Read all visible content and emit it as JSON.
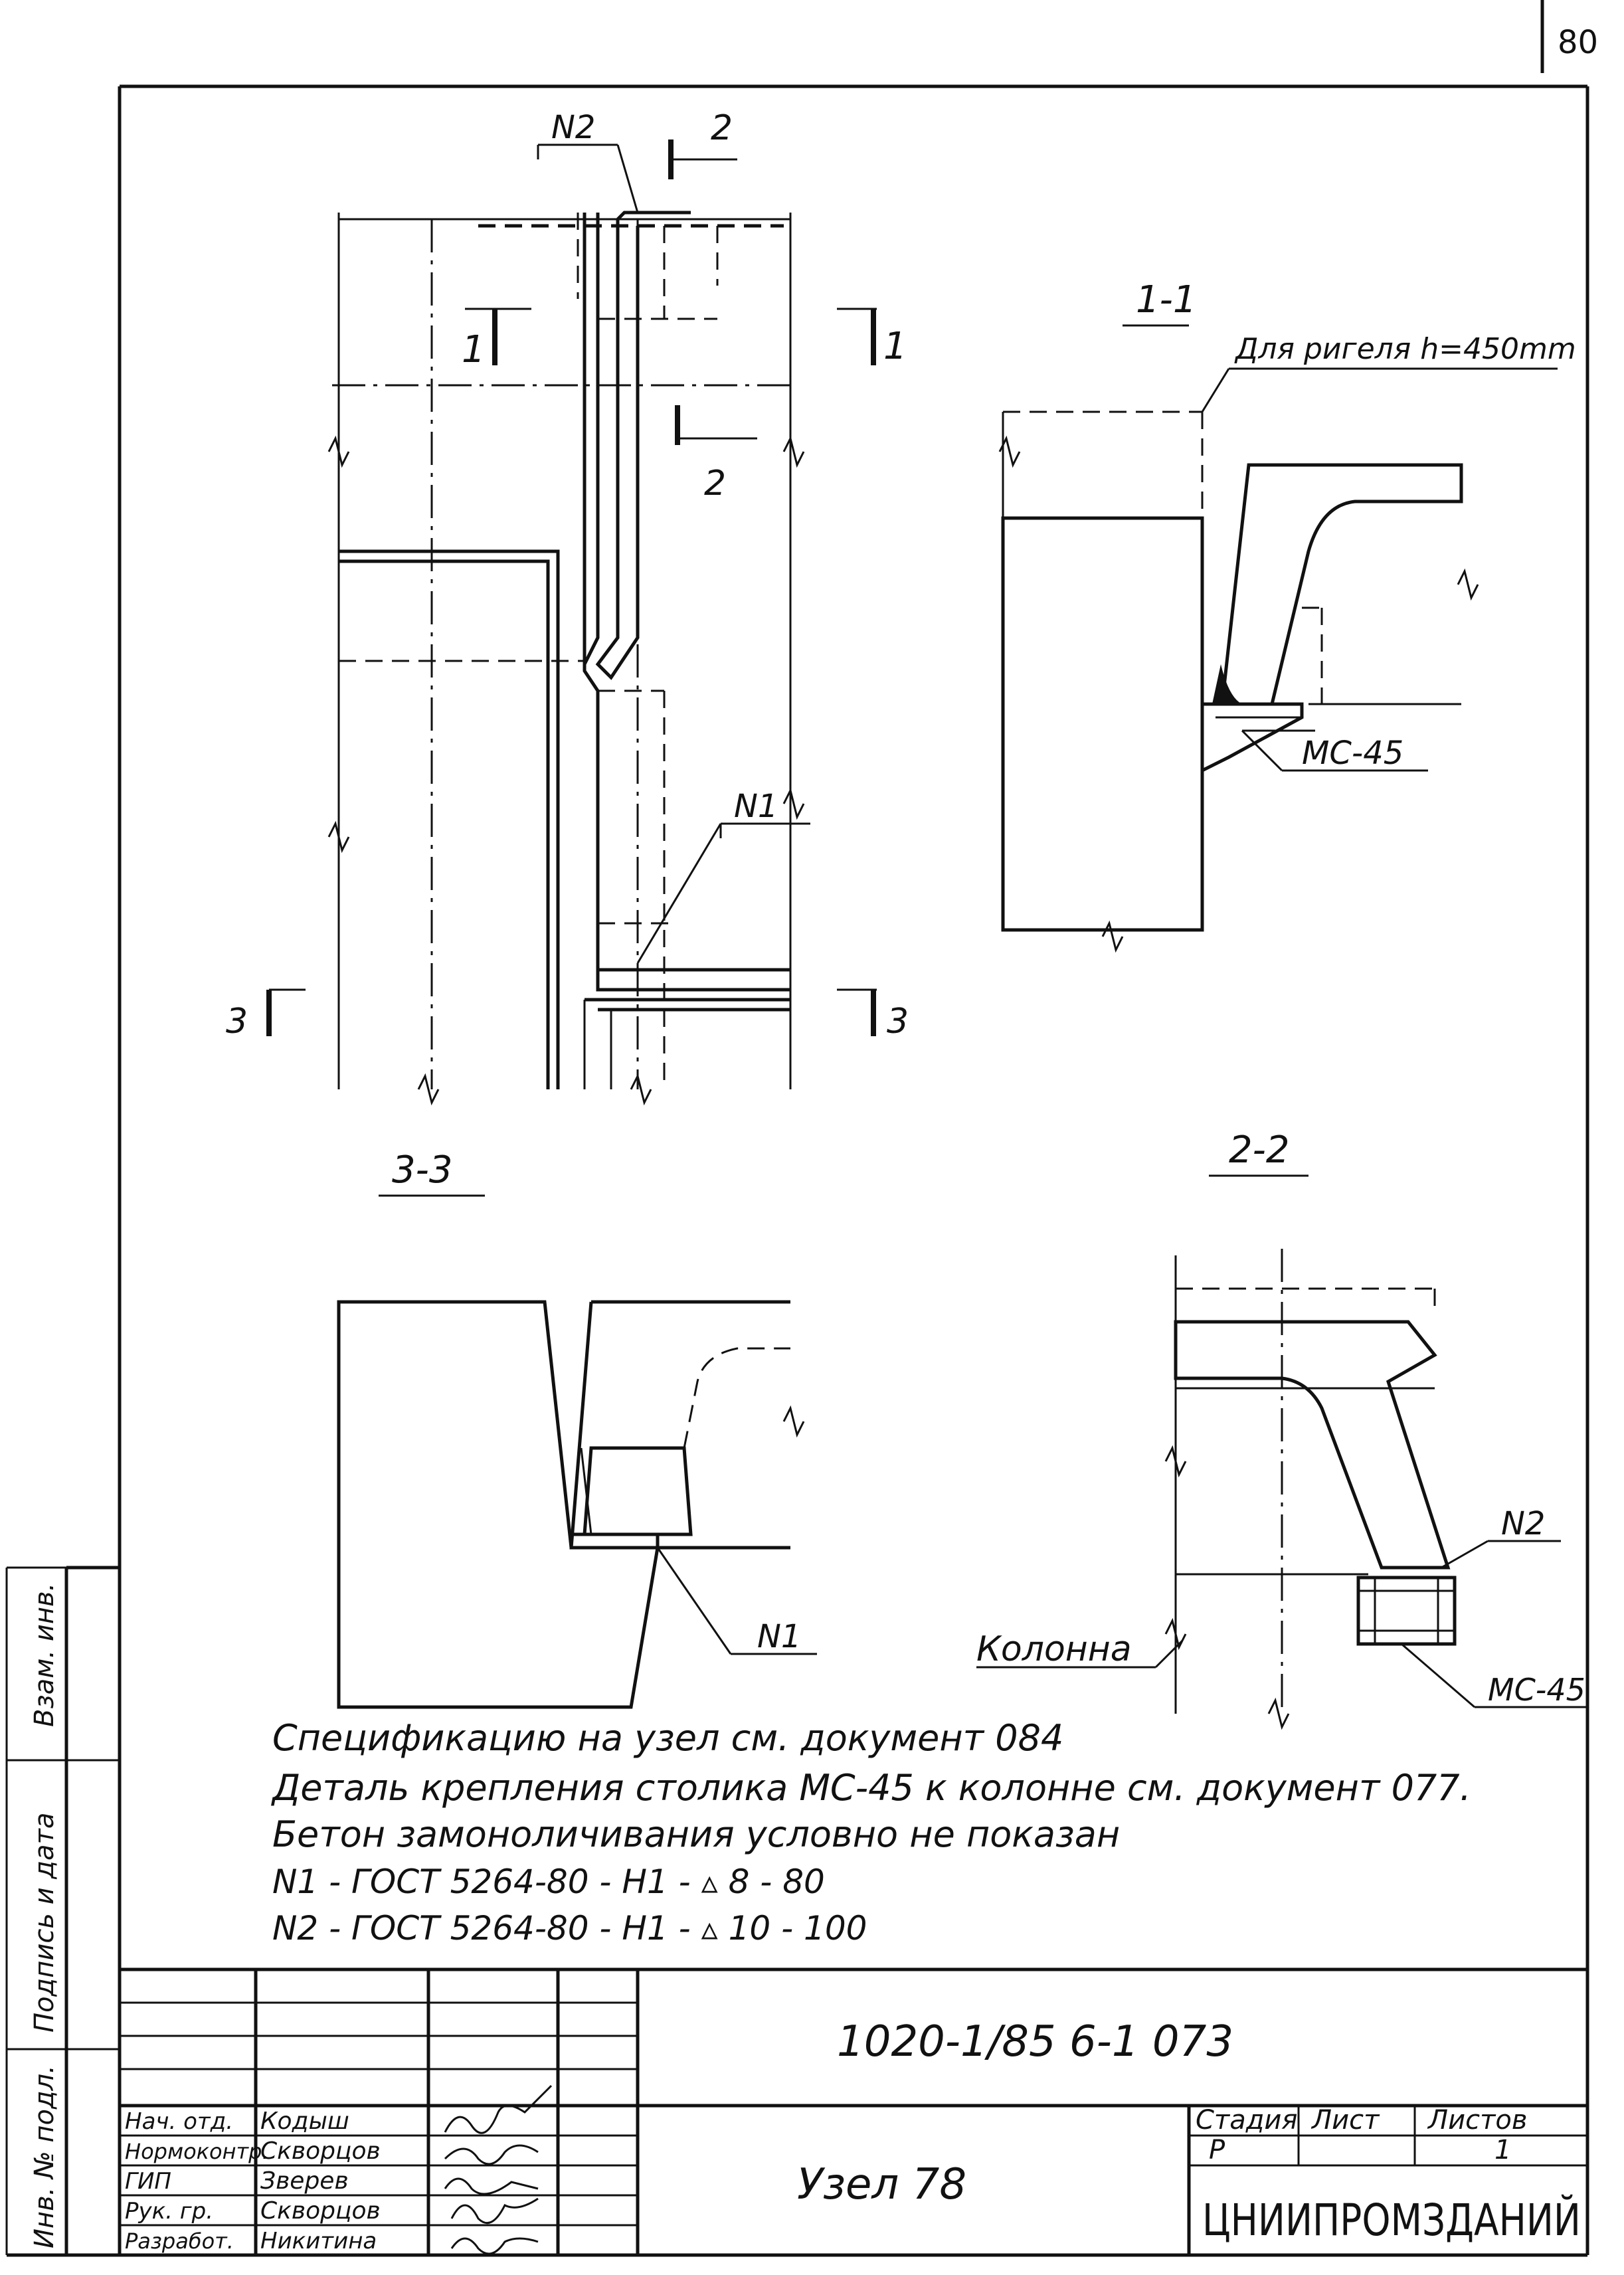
{
  "page_number": "80",
  "drawing": {
    "section_1_1": "1-1",
    "section_2_2": "2-2",
    "section_3_3": "3-3",
    "note_riser": "Для ригеля h=450mm",
    "label_mc45": "МС-45",
    "label_n1": "N1",
    "label_n2": "N2",
    "label_column": "Колонна",
    "cut_1": "1",
    "cut_2": "2",
    "cut_3": "3"
  },
  "notes": [
    "Спецификацию на узел см. документ 084",
    "Деталь крепления столика МС-45 к колонне см. документ 077.",
    "Бетон замоноличивания условно не показан",
    "N1 - ГОСТ 5264-80 - Н1 - ▵ 8 - 80",
    "N2 - ГОСТ 5264-80 - Н1 - ▵ 10 - 100"
  ],
  "side_strip": {
    "inv_no": "Инв. № подл.",
    "signature_date": "Подпись и дата",
    "replaces_inv": "Взам. инв."
  },
  "title_block": {
    "document_code": "1020-1/85 6-1 073",
    "title": "Узел 78",
    "stage_header": "Стадия",
    "sheet_header": "Лист",
    "sheets_header": "Листов",
    "stage_value": "Р",
    "sheet_value": "",
    "sheets_value": "1",
    "organization": "ЦНИИПРОМЗДАНИЙ",
    "staff": [
      {
        "role": "Нач. отд.",
        "name": "Кодыш"
      },
      {
        "role": "Нормоконтр.",
        "name": "Скворцов"
      },
      {
        "role": "ГИП",
        "name": "Зверев"
      },
      {
        "role": "Рук. гр.",
        "name": "Скворцов"
      },
      {
        "role": "Разработ.",
        "name": "Никитина"
      }
    ]
  }
}
